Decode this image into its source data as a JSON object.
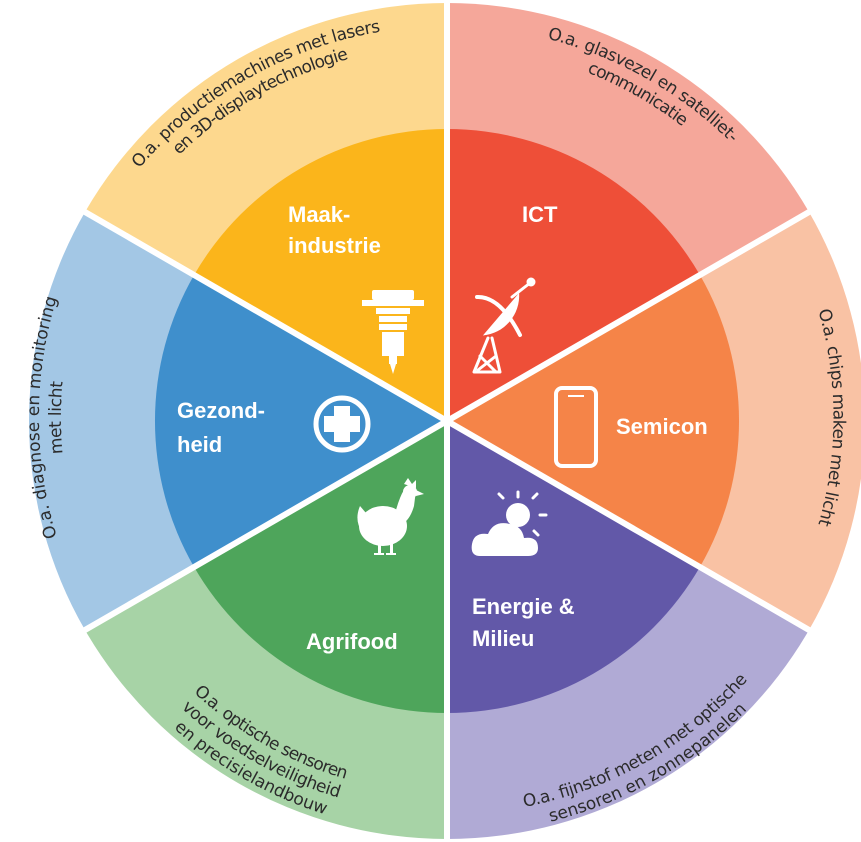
{
  "sectors": [
    {
      "id": "ict",
      "label_lines": [
        "ICT"
      ],
      "outer_lines": [
        "O.a. glasvezel en satelliet-",
        "communicatie"
      ],
      "inner_color": "#EE4F38",
      "outer_color": "#F5A79A",
      "icon": "satellite-dish-icon"
    },
    {
      "id": "semicon",
      "label_lines": [
        "Semicon"
      ],
      "outer_lines": [
        "O.a. chips maken met licht"
      ],
      "inner_color": "#F58448",
      "outer_color": "#F9C2A4",
      "icon": "smartphone-icon"
    },
    {
      "id": "energie-milieu",
      "label_lines": [
        "Energie &",
        "Milieu"
      ],
      "outer_lines": [
        "O.a. fijnstof meten met optische",
        "sensoren en zonnepanelen"
      ],
      "inner_color": "#6258A8",
      "outer_color": "#B0AAD5",
      "icon": "sun-cloud-icon"
    },
    {
      "id": "agrifood",
      "label_lines": [
        "Agrifood"
      ],
      "outer_lines": [
        "O.a. optische sensoren",
        "voor voedselveiligheid",
        "en precisielandbouw"
      ],
      "inner_color": "#4EA55B",
      "outer_color": "#A7D3A6",
      "icon": "chicken-icon"
    },
    {
      "id": "gezondheid",
      "label_lines": [
        "Gezond-",
        "heid"
      ],
      "outer_lines": [
        "O.a. diagnose en monitoring",
        "met licht"
      ],
      "inner_color": "#3F8FCC",
      "outer_color": "#A3C7E5",
      "icon": "medical-cross-icon"
    },
    {
      "id": "maakindustrie",
      "label_lines": [
        "Maak-",
        "industrie"
      ],
      "outer_lines": [
        "O.a. productiemachines met lasers",
        "en 3D-displaytechnologie"
      ],
      "inner_color": "#FBB51B",
      "outer_color": "#FDD88E",
      "icon": "jackhammer-icon"
    }
  ]
}
